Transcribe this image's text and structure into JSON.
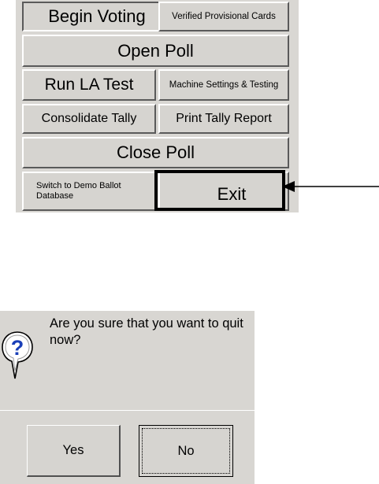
{
  "menu": {
    "begin_voting": "Begin Voting",
    "verified_provisional_cards": "Verified Provisional Cards",
    "open_poll": "Open Poll",
    "run_la_test": "Run LA Test",
    "machine_settings_testing": "Machine Settings & Testing",
    "consolidate_tally": "Consolidate Tally",
    "print_tally_report": "Print Tally Report",
    "close_poll": "Close Poll",
    "switch_demo_line1": "Switch to Demo Ballot",
    "switch_demo_line2": "Database",
    "exit": "Exit"
  },
  "annotation": {
    "icon": "arrow-left-icon",
    "target": "Exit"
  },
  "dialog": {
    "icon": "question-balloon-icon",
    "message": "Are you sure that you want to quit now?",
    "yes_label": "Yes",
    "no_label": "No"
  },
  "colors": {
    "panel_bg": "#d9d7d3",
    "button_face": "#d6d4d0",
    "question_icon": "#1a3fb8",
    "highlight_border": "#000000"
  }
}
